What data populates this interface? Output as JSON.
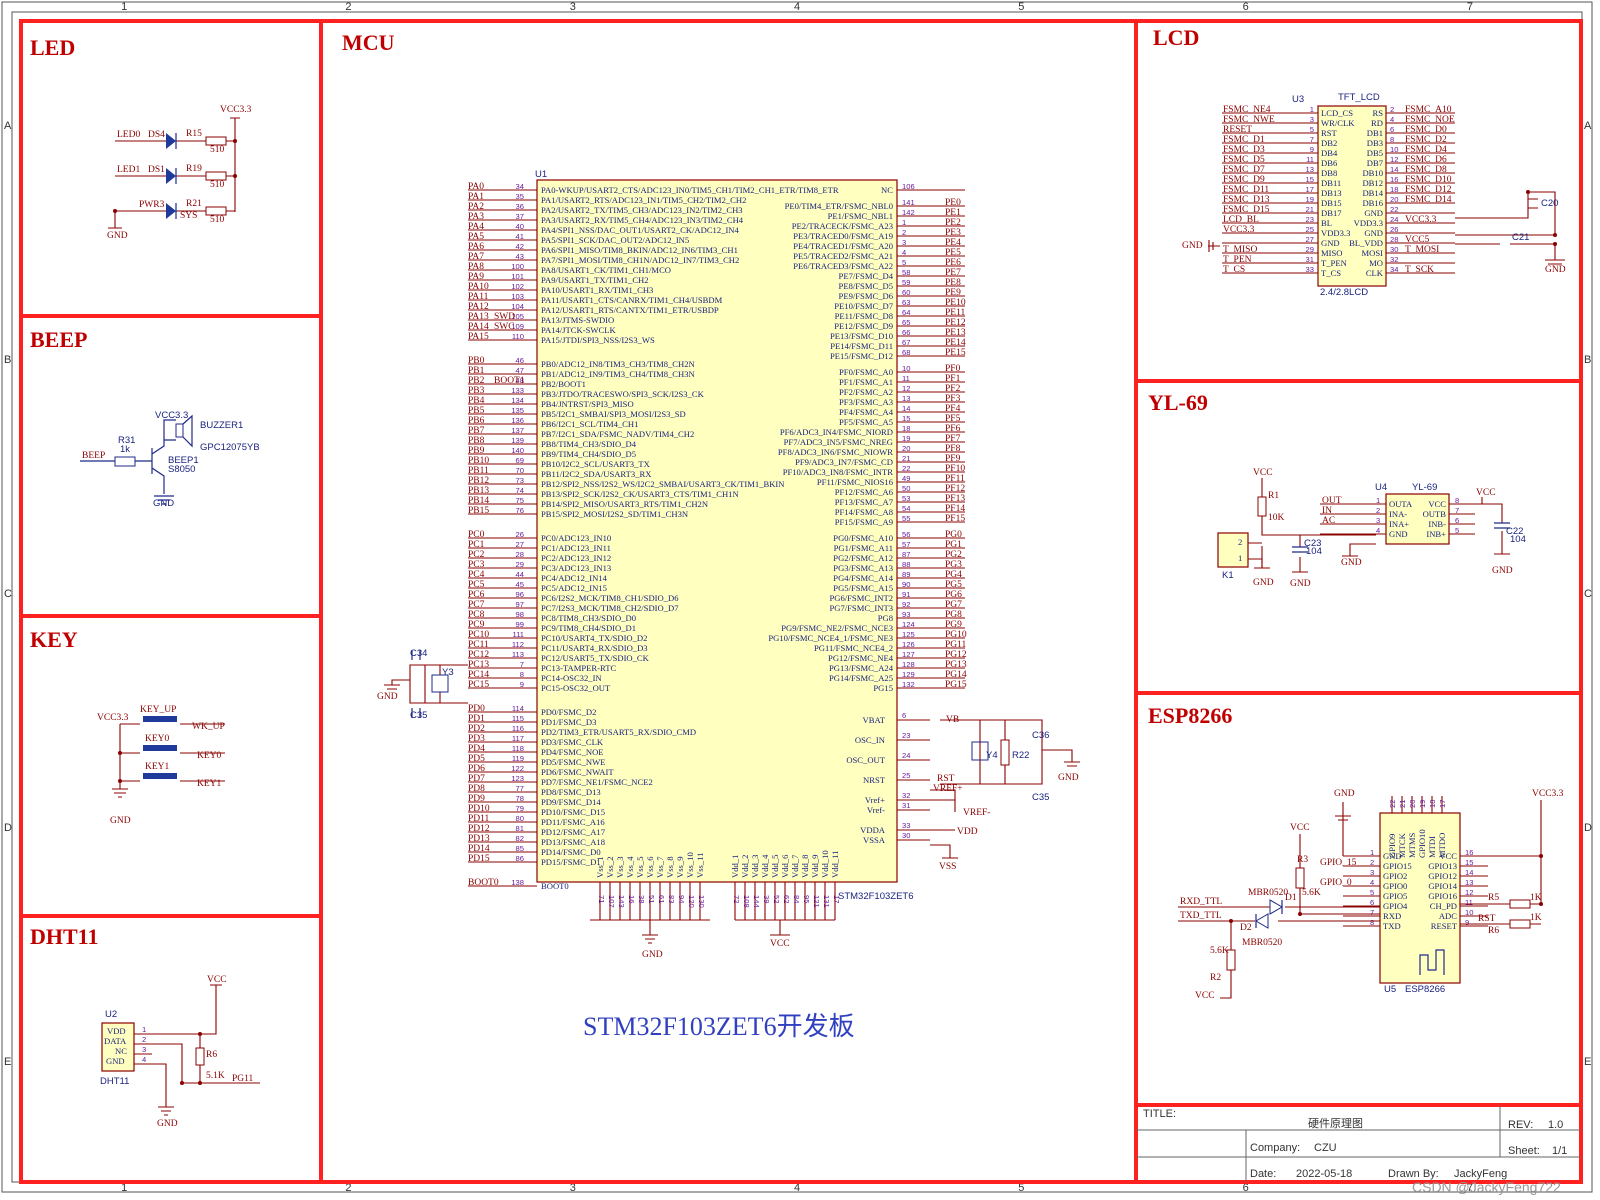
{
  "sections": {
    "led": "LED",
    "beep": "BEEP",
    "key": "KEY",
    "dht11": "DHT11",
    "mcu": "MCU",
    "lcd": "LCD",
    "yl69": "YL-69",
    "esp8266": "ESP8266"
  },
  "board_title": "STM32F103ZET6开发板",
  "title_block": {
    "title_label": "TITLE:",
    "title_value": "硬件原理图",
    "rev_label": "REV:",
    "rev_value": "1.0",
    "company_label": "Company:",
    "company_value": "CZU",
    "sheet_label": "Sheet:",
    "sheet_value": "1/1",
    "date_label": "Date:",
    "date_value": "2022-05-18",
    "drawn_label": "Drawn By:",
    "drawn_value": "JackyFeng"
  },
  "watermark": "CSDN @JackyFeng722",
  "ruler": {
    "top": [
      "1",
      "2",
      "3",
      "4",
      "5",
      "6",
      "7"
    ],
    "side": [
      "A",
      "B",
      "C",
      "D",
      "E"
    ]
  },
  "led": {
    "vcc": "VCC3.3",
    "gnd": "GND",
    "rows": [
      {
        "net": "LED0",
        "ref": "DS4",
        "res": "R15",
        "val": "510"
      },
      {
        "net": "LED1",
        "ref": "DS1",
        "res": "R19",
        "val": "510"
      },
      {
        "net": "PWR3",
        "ref": "SYS",
        "res": "R21",
        "val": "510"
      }
    ]
  },
  "beep": {
    "vcc": "VCC3.3",
    "net": "BEEP",
    "res": "R31",
    "res_val": "1k",
    "buzzer": "BUZZER1",
    "buzzer_part": "GPC12075YB",
    "transistor": "BEEP1",
    "transistor_part": "S8050",
    "gnd": "GND"
  },
  "key": {
    "vcc": "VCC3.3",
    "gnd": "GND",
    "keys": [
      {
        "ref": "KEY_UP",
        "net": "WK_UP"
      },
      {
        "ref": "KEY0",
        "net": "KEY0"
      },
      {
        "ref": "KEY1",
        "net": "KEY1"
      }
    ]
  },
  "dht11": {
    "ref": "U2",
    "part": "DHT11",
    "pins": [
      "VDD",
      "DATA",
      "NC",
      "GND"
    ],
    "pin_nums": [
      "1",
      "2",
      "3",
      "4"
    ],
    "res": "R6",
    "res_val": "5.1K",
    "net": "PG11",
    "vcc": "VCC",
    "gnd": "GND"
  },
  "mcu": {
    "ref": "U1",
    "part": "STM32F103ZET6",
    "left": [
      {
        "n": "PA0",
        "p": "34",
        "f": "PA0-WKUP/USART2_CTS/ADC123_IN0/TIM5_CH1/TIM2_CH1_ETR/TIM8_ETR"
      },
      {
        "n": "PA1",
        "p": "35",
        "f": "PA1/USART2_RTS/ADC123_IN1/TIM5_CH2/TIM2_CH2"
      },
      {
        "n": "PA2",
        "p": "36",
        "f": "PA2/USART2_TX/TIM5_CH3/ADC123_IN2/TIM2_CH3"
      },
      {
        "n": "PA3",
        "p": "37",
        "f": "PA3/USART2_RX/TIM5_CH4/ADC123_IN3/TIM2_CH4"
      },
      {
        "n": "PA4",
        "p": "40",
        "f": "PA4/SPI1_NSS/DAC_OUT1/USART2_CK/ADC12_IN4"
      },
      {
        "n": "PA5",
        "p": "41",
        "f": "PA5/SPI1_SCK/DAC_OUT2/ADC12_IN5"
      },
      {
        "n": "PA6",
        "p": "42",
        "f": "PA6/SPI1_MISO/TIM8_BKIN/ADC12_IN6/TIM3_CH1"
      },
      {
        "n": "PA7",
        "p": "43",
        "f": "PA7/SPI1_MOSI/TIM8_CH1N/ADC12_IN7/TIM3_CH2"
      },
      {
        "n": "PA8",
        "p": "100",
        "f": "PA8/USART1_CK/TIM1_CH1/MCO"
      },
      {
        "n": "PA9",
        "p": "101",
        "f": "PA9/USART1_TX/TIM1_CH2"
      },
      {
        "n": "PA10",
        "p": "102",
        "f": "PA10/USART1_RX/TIM1_CH3"
      },
      {
        "n": "PA11",
        "p": "103",
        "f": "PA11/USART1_CTS/CANRX/TIM1_CH4/USBDM"
      },
      {
        "n": "PA12",
        "p": "104",
        "f": "PA12/USART1_RTS/CANTX/TIM1_ETR/USBDP"
      },
      {
        "n": "PA13",
        "p": "105",
        "f": "PA13/JTMS-SWDIO",
        "x": "SWD"
      },
      {
        "n": "PA14",
        "p": "109",
        "f": "PA14/JTCK-SWCLK",
        "x": "SWC"
      },
      {
        "n": "PA15",
        "p": "110",
        "f": "PA15/JTDI/SPI3_NSS/I2S3_WS"
      },
      {
        "n": "PB0",
        "p": "46",
        "f": "PB0/ADC12_IN8/TIM3_CH3/TIM8_CH2N",
        "gap": true
      },
      {
        "n": "PB1",
        "p": "47",
        "f": "PB1/ADC12_IN9/TIM3_CH4/TIM8_CH3N"
      },
      {
        "n": "PB2",
        "p": "48",
        "f": "PB2/BOOT1",
        "x": "BOOT1"
      },
      {
        "n": "PB3",
        "p": "133",
        "f": "PB3/JTDO/TRACESWO/SPI3_SCK/I2S3_CK"
      },
      {
        "n": "PB4",
        "p": "134",
        "f": "PB4/JNTRST/SPI3_MISO"
      },
      {
        "n": "PB5",
        "p": "135",
        "f": "PB5/I2C1_SMBAI/SPI3_MOSI/I2S3_SD"
      },
      {
        "n": "PB6",
        "p": "136",
        "f": "PB6/I2C1_SCL/TIM4_CH1"
      },
      {
        "n": "PB7",
        "p": "137",
        "f": "PB7/I2C1_SDA/FSMC_NADV/TIM4_CH2"
      },
      {
        "n": "PB8",
        "p": "139",
        "f": "PB8/TIM4_CH3/SDIO_D4"
      },
      {
        "n": "PB9",
        "p": "140",
        "f": "PB9/TIM4_CH4/SDIO_D5"
      },
      {
        "n": "PB10",
        "p": "69",
        "f": "PB10/I2C2_SCL/USART3_TX"
      },
      {
        "n": "PB11",
        "p": "70",
        "f": "PB11/I2C2_SDA/USART3_RX"
      },
      {
        "n": "PB12",
        "p": "73",
        "f": "PB12/SPI2_NSS/I2S2_WS/I2C2_SMBAI/USART3_CK/TIM1_BKIN"
      },
      {
        "n": "PB13",
        "p": "74",
        "f": "PB13/SPI2_SCK/I2S2_CK/USART3_CTS/TIM1_CH1N"
      },
      {
        "n": "PB14",
        "p": "75",
        "f": "PB14/SPI2_MISO/USART3_RTS/TIM1_CH2N"
      },
      {
        "n": "PB15",
        "p": "76",
        "f": "PB15/SPI2_MOSI/I2S2_SD/TIM1_CH3N"
      },
      {
        "n": "PC0",
        "p": "26",
        "f": "PC0/ADC123_IN10",
        "gap": true
      },
      {
        "n": "PC1",
        "p": "27",
        "f": "PC1/ADC123_IN11"
      },
      {
        "n": "PC2",
        "p": "28",
        "f": "PC2/ADC123_IN12"
      },
      {
        "n": "PC3",
        "p": "29",
        "f": "PC3/ADC123_IN13"
      },
      {
        "n": "PC4",
        "p": "44",
        "f": "PC4/ADC12_IN14"
      },
      {
        "n": "PC5",
        "p": "45",
        "f": "PC5/ADC12_IN15"
      },
      {
        "n": "PC6",
        "p": "96",
        "f": "PC6/I2S2_MCK/TIM8_CH1/SDIO_D6"
      },
      {
        "n": "PC7",
        "p": "97",
        "f": "PC7/I2S3_MCK/TIM8_CH2/SDIO_D7"
      },
      {
        "n": "PC8",
        "p": "98",
        "f": "PC8/TIM8_CH3/SDIO_D0"
      },
      {
        "n": "PC9",
        "p": "99",
        "f": "PC9/TIM8_CH4/SDIO_D1"
      },
      {
        "n": "PC10",
        "p": "111",
        "f": "PC10/USART4_TX/SDIO_D2"
      },
      {
        "n": "PC11",
        "p": "112",
        "f": "PC11/USART4_RX/SDIO_D3"
      },
      {
        "n": "PC12",
        "p": "113",
        "f": "PC12/USART5_TX/SDIO_CK"
      },
      {
        "n": "PC13",
        "p": "7",
        "f": "PC13-TAMPER-RTC"
      },
      {
        "n": "PC14",
        "p": "8",
        "f": "PC14-OSC32_IN"
      },
      {
        "n": "PC15",
        "p": "9",
        "f": "PC15-OSC32_OUT"
      },
      {
        "n": "PD0",
        "p": "114",
        "f": "PD0/FSMC_D2",
        "gap": true
      },
      {
        "n": "PD1",
        "p": "115",
        "f": "PD1/FSMC_D3"
      },
      {
        "n": "PD2",
        "p": "116",
        "f": "PD2/TIM3_ETR/USART5_RX/SDIO_CMD"
      },
      {
        "n": "PD3",
        "p": "117",
        "f": "PD3/FSMC_CLK"
      },
      {
        "n": "PD4",
        "p": "118",
        "f": "PD4/FSMC_NOE"
      },
      {
        "n": "PD5",
        "p": "119",
        "f": "PD5/FSMC_NWE"
      },
      {
        "n": "PD6",
        "p": "122",
        "f": "PD6/FSMC_NWAIT"
      },
      {
        "n": "PD7",
        "p": "123",
        "f": "PD7/FSMC_NE1/FSMC_NCE2"
      },
      {
        "n": "PD8",
        "p": "77",
        "f": "PD8/FSMC_D13"
      },
      {
        "n": "PD9",
        "p": "78",
        "f": "PD9/FSMC_D14"
      },
      {
        "n": "PD10",
        "p": "79",
        "f": "PD10/FSMC_D15"
      },
      {
        "n": "PD11",
        "p": "80",
        "f": "PD11/FSMC_A16"
      },
      {
        "n": "PD12",
        "p": "81",
        "f": "PD12/FSMC_A17"
      },
      {
        "n": "PD13",
        "p": "82",
        "f": "PD13/FSMC_A18"
      },
      {
        "n": "PD14",
        "p": "85",
        "f": "PD14/FSMC_D0"
      },
      {
        "n": "PD15",
        "p": "86",
        "f": "PD15/FSMC_D1"
      },
      {
        "n": "BOOT0",
        "p": "138",
        "f": "BOOT0",
        "gap": true
      }
    ],
    "right": [
      {
        "n": "",
        "p": "106",
        "f": "NC"
      },
      {
        "n": "PE0",
        "p": "141",
        "f": "PE0/TIM4_ETR/FSMC_NBL0",
        "gap": true
      },
      {
        "n": "PE1",
        "p": "142",
        "f": "PE1/FSMC_NBL1"
      },
      {
        "n": "PE2",
        "p": "1",
        "f": "PE2/TRACECK/FSMC_A23"
      },
      {
        "n": "PE3",
        "p": "2",
        "f": "PE3/TRACED0/FSMC_A19"
      },
      {
        "n": "PE4",
        "p": "3",
        "f": "PE4/TRACED1/FSMC_A20"
      },
      {
        "n": "PE5",
        "p": "4",
        "f": "PE5/TRACED2/FSMC_A21"
      },
      {
        "n": "PE6",
        "p": "5",
        "f": "PE6/TRACED3/FSMC_A22"
      },
      {
        "n": "PE7",
        "p": "58",
        "f": "PE7/FSMC_D4"
      },
      {
        "n": "PE8",
        "p": "59",
        "f": "PE8/FSMC_D5"
      },
      {
        "n": "PE9",
        "p": "60",
        "f": "PE9/FSMC_D6"
      },
      {
        "n": "PE10",
        "p": "63",
        "f": "PE10/FSMC_D7"
      },
      {
        "n": "PE11",
        "p": "64",
        "f": "PE11/FSMC_D8"
      },
      {
        "n": "PE12",
        "p": "65",
        "f": "PE12/FSMC_D9"
      },
      {
        "n": "PE13",
        "p": "66",
        "f": "PE13/FSMC_D10"
      },
      {
        "n": "PE14",
        "p": "67",
        "f": "PE14/FSMC_D11"
      },
      {
        "n": "PE15",
        "p": "68",
        "f": "PE15/FSMC_D12"
      },
      {
        "n": "PF0",
        "p": "10",
        "f": "PF0/FSMC_A0",
        "gap": true
      },
      {
        "n": "PF1",
        "p": "11",
        "f": "PF1/FSMC_A1"
      },
      {
        "n": "PF2",
        "p": "12",
        "f": "PF2/FSMC_A2"
      },
      {
        "n": "PF3",
        "p": "13",
        "f": "PF3/FSMC_A3"
      },
      {
        "n": "PF4",
        "p": "14",
        "f": "PF4/FSMC_A4"
      },
      {
        "n": "PF5",
        "p": "15",
        "f": "PF5/FSMC_A5"
      },
      {
        "n": "PF6",
        "p": "18",
        "f": "PF6/ADC3_IN4/FSMC_NIORD"
      },
      {
        "n": "PF7",
        "p": "19",
        "f": "PF7/ADC3_IN5/FSMC_NREG"
      },
      {
        "n": "PF8",
        "p": "20",
        "f": "PF8/ADC3_IN6/FSMC_NIOWR"
      },
      {
        "n": "PF9",
        "p": "21",
        "f": "PF9/ADC3_IN7/FSMC_CD"
      },
      {
        "n": "PF10",
        "p": "22",
        "f": "PF10/ADC3_IN8/FSMC_INTR"
      },
      {
        "n": "PF11",
        "p": "49",
        "f": "PF11/FSMC_NIOS16"
      },
      {
        "n": "PF12",
        "p": "50",
        "f": "PF12/FSMC_A6"
      },
      {
        "n": "PF13",
        "p": "53",
        "f": "PF13/FSMC_A7"
      },
      {
        "n": "PF14",
        "p": "54",
        "f": "PF14/FSMC_A8"
      },
      {
        "n": "PF15",
        "p": "55",
        "f": "PF15/FSMC_A9"
      },
      {
        "n": "PG0",
        "p": "56",
        "f": "PG0/FSMC_A10",
        "gap": true
      },
      {
        "n": "PG1",
        "p": "57",
        "f": "PG1/FSMC_A11"
      },
      {
        "n": "PG2",
        "p": "87",
        "f": "PG2/FSMC_A12"
      },
      {
        "n": "PG3",
        "p": "88",
        "f": "PG3/FSMC_A13"
      },
      {
        "n": "PG4",
        "p": "89",
        "f": "PG4/FSMC_A14"
      },
      {
        "n": "PG5",
        "p": "90",
        "f": "PG5/FSMC_A15"
      },
      {
        "n": "PG6",
        "p": "91",
        "f": "PG6/FSMC_INT2"
      },
      {
        "n": "PG7",
        "p": "92",
        "f": "PG7/FSMC_INT3"
      },
      {
        "n": "PG8",
        "p": "93",
        "f": "PG8"
      },
      {
        "n": "PG9",
        "p": "124",
        "f": "PG9/FSMC_NE2/FSMC_NCE3"
      },
      {
        "n": "PG10",
        "p": "125",
        "f": "PG10/FSMC_NCE4_1/FSMC_NE3"
      },
      {
        "n": "PG11",
        "p": "126",
        "f": "PG11/FSMC_NCE4_2"
      },
      {
        "n": "PG12",
        "p": "127",
        "f": "PG12/FSMC_NE4"
      },
      {
        "n": "PG13",
        "p": "128",
        "f": "PG13/FSMC_A24"
      },
      {
        "n": "PG14",
        "p": "129",
        "f": "PG14/FSMC_A25"
      },
      {
        "n": "PG15",
        "p": "132",
        "f": "PG15"
      }
    ],
    "right_low": [
      {
        "p": "6",
        "f": "VBAT"
      },
      {
        "p": "23",
        "f": "OSC_IN"
      },
      {
        "p": "24",
        "f": "OSC_OUT"
      },
      {
        "p": "25",
        "f": "NRST"
      },
      {
        "p": "32",
        "f": "Vref+"
      },
      {
        "p": "31",
        "f": "Vref-"
      },
      {
        "p": "33",
        "f": "VDDA"
      },
      {
        "p": "30",
        "f": "VSSA"
      }
    ],
    "vss_pins": [
      "Vss_1",
      "Vss_2",
      "Vss_3",
      "Vss_4",
      "Vss_5",
      "Vss_6",
      "Vss_7",
      "Vss_8",
      "Vss_9",
      "Vss_10",
      "Vss_11"
    ],
    "vss_nums": [
      "71",
      "107",
      "143",
      "16",
      "38",
      "51",
      "61",
      "83",
      "94",
      "120",
      "130"
    ],
    "vdd_pins": [
      "Vdd_1",
      "Vdd_2",
      "Vdd_3",
      "Vdd_4",
      "Vdd_5",
      "Vdd_6",
      "Vdd_7",
      "Vdd_8",
      "Vdd_9",
      "Vdd_10",
      "Vdd_11"
    ],
    "vdd_nums": [
      "72",
      "108",
      "144",
      "39",
      "52",
      "62",
      "84",
      "95",
      "121",
      "131",
      "17"
    ],
    "caps_left": [
      "C34",
      "C35"
    ],
    "crystal_left": "Y3",
    "gnd": "GND",
    "vcc": "VCC",
    "caps_right": [
      "C36",
      "C35"
    ],
    "crystal_right": "Y4",
    "res_right": "R22",
    "nets_right": [
      "VB",
      "RST",
      "VREF+",
      "VREF-",
      "VDD",
      "VSS"
    ]
  },
  "lcd": {
    "ref": "U3",
    "title": "TFT_LCD",
    "part": "2.4/2.8LCD",
    "gnd": "GND",
    "left": [
      {
        "net": "FSMC_NE4",
        "p": "1",
        "f": "LCD_CS"
      },
      {
        "net": "FSMC_NWE",
        "p": "3",
        "f": "WR/CLK"
      },
      {
        "net": "RESET",
        "p": "5",
        "f": "RST"
      },
      {
        "net": "FSMC_D1",
        "p": "7",
        "f": "DB2"
      },
      {
        "net": "FSMC_D3",
        "p": "9",
        "f": "DB4"
      },
      {
        "net": "FSMC_D5",
        "p": "11",
        "f": "DB6"
      },
      {
        "net": "FSMC_D7",
        "p": "13",
        "f": "DB8"
      },
      {
        "net": "FSMC_D9",
        "p": "15",
        "f": "DB11"
      },
      {
        "net": "FSMC_D11",
        "p": "17",
        "f": "DB13"
      },
      {
        "net": "FSMC_D13",
        "p": "19",
        "f": "DB15"
      },
      {
        "net": "FSMC_D15",
        "p": "21",
        "f": "DB17"
      },
      {
        "net": "LCD_BL",
        "p": "23",
        "f": "BL"
      },
      {
        "net": "VCC3.3",
        "p": "25",
        "f": "VDD3.3"
      },
      {
        "net": "",
        "p": "27",
        "f": "GND"
      },
      {
        "net": "T_MISO",
        "p": "29",
        "f": "MISO"
      },
      {
        "net": "T_PEN",
        "p": "31",
        "f": "T_PEN"
      },
      {
        "net": "T_CS",
        "p": "33",
        "f": "T_CS"
      }
    ],
    "right": [
      {
        "net": "FSMC_A10",
        "p": "2",
        "f": "RS"
      },
      {
        "net": "FSMC_NOE",
        "p": "4",
        "f": "RD"
      },
      {
        "net": "FSMC_D0",
        "p": "6",
        "f": "DB1"
      },
      {
        "net": "FSMC_D2",
        "p": "8",
        "f": "DB3"
      },
      {
        "net": "FSMC_D4",
        "p": "10",
        "f": "DB5"
      },
      {
        "net": "FSMC_D6",
        "p": "12",
        "f": "DB7"
      },
      {
        "net": "FSMC_D8",
        "p": "14",
        "f": "DB10"
      },
      {
        "net": "FSMC_D10",
        "p": "16",
        "f": "DB12"
      },
      {
        "net": "FSMC_D12",
        "p": "18",
        "f": "DB14"
      },
      {
        "net": "FSMC_D14",
        "p": "20",
        "f": "DB16"
      },
      {
        "net": "",
        "p": "22",
        "f": "GND"
      },
      {
        "net": "VCC3.3",
        "p": "24",
        "f": "VDD3.3"
      },
      {
        "net": "",
        "p": "26",
        "f": "GND"
      },
      {
        "net": "VCC5",
        "p": "28",
        "f": "BL_VDD"
      },
      {
        "net": "T_MOSI",
        "p": "30",
        "f": "MOSI"
      },
      {
        "net": "",
        "p": "32",
        "f": "MO"
      },
      {
        "net": "T_SCK",
        "p": "34",
        "f": "CLK"
      }
    ],
    "caps": [
      "C20",
      "C21"
    ]
  },
  "yl69": {
    "ref": "U4",
    "part": "YL-69",
    "vcc": "VCC",
    "gnd": "GND",
    "res": "R1",
    "res_val": "10K",
    "cap": "C23",
    "cap_val": "104",
    "cap2": "C22",
    "cap2_val": "104",
    "conn": "K1",
    "conn_pins": [
      "2",
      "1"
    ],
    "left": [
      {
        "net": "OUT",
        "p": "1",
        "f": "OUTA"
      },
      {
        "net": "IN",
        "p": "2",
        "f": "INA-"
      },
      {
        "net": "AC",
        "p": "3",
        "f": "INA+"
      },
      {
        "net": "",
        "p": "4",
        "f": "GND"
      }
    ],
    "right": [
      {
        "p": "8",
        "f": "VCC"
      },
      {
        "p": "7",
        "f": "OUTB"
      },
      {
        "p": "6",
        "f": "INB-"
      },
      {
        "p": "5",
        "f": "INB+"
      }
    ]
  },
  "esp": {
    "ref": "U5",
    "part": "ESP8266",
    "vcc": "VCC",
    "vcc33": "VCC3.3",
    "gnd": "GND",
    "top": [
      "GPIO9",
      "MTCK",
      "MTMS",
      "GPIO10",
      "MTDI",
      "MTDO"
    ],
    "top_nums": [
      "22",
      "21",
      "20",
      "19",
      "18",
      "17"
    ],
    "left": [
      {
        "net": "",
        "p": "1",
        "f": "GND"
      },
      {
        "net": "GPIO_15",
        "p": "2",
        "f": "GPIO15"
      },
      {
        "net": "",
        "p": "3",
        "f": "GPIO2"
      },
      {
        "net": "GPIO_0",
        "p": "4",
        "f": "GPIO0"
      },
      {
        "net": "",
        "p": "5",
        "f": "GPIO5"
      },
      {
        "net": "",
        "p": "6",
        "f": "GPIO4"
      },
      {
        "net": "",
        "p": "7",
        "f": "RXD"
      },
      {
        "net": "",
        "p": "8",
        "f": "TXD"
      }
    ],
    "right": [
      {
        "p": "16",
        "f": "VCC"
      },
      {
        "p": "15",
        "f": "GPIO13"
      },
      {
        "p": "14",
        "f": "GPIO12"
      },
      {
        "p": "13",
        "f": "GPIO14"
      },
      {
        "p": "12",
        "f": "GPIO16"
      },
      {
        "p": "11",
        "f": "CH_PD"
      },
      {
        "p": "10",
        "f": "ADC"
      },
      {
        "p": "9",
        "f": "RESET"
      }
    ],
    "rxd": "RXD_TTL",
    "txd": "TXD_TTL",
    "d1": "D1",
    "d2": "D2",
    "diode": "MBR0520",
    "r3": "R3",
    "r3_val": "5.6K",
    "r2": "R2",
    "r2_val": "5.6K",
    "r5": "R5",
    "r5_val": "1K",
    "r6": "R6",
    "r6_val": "1K",
    "rst": "RST"
  }
}
